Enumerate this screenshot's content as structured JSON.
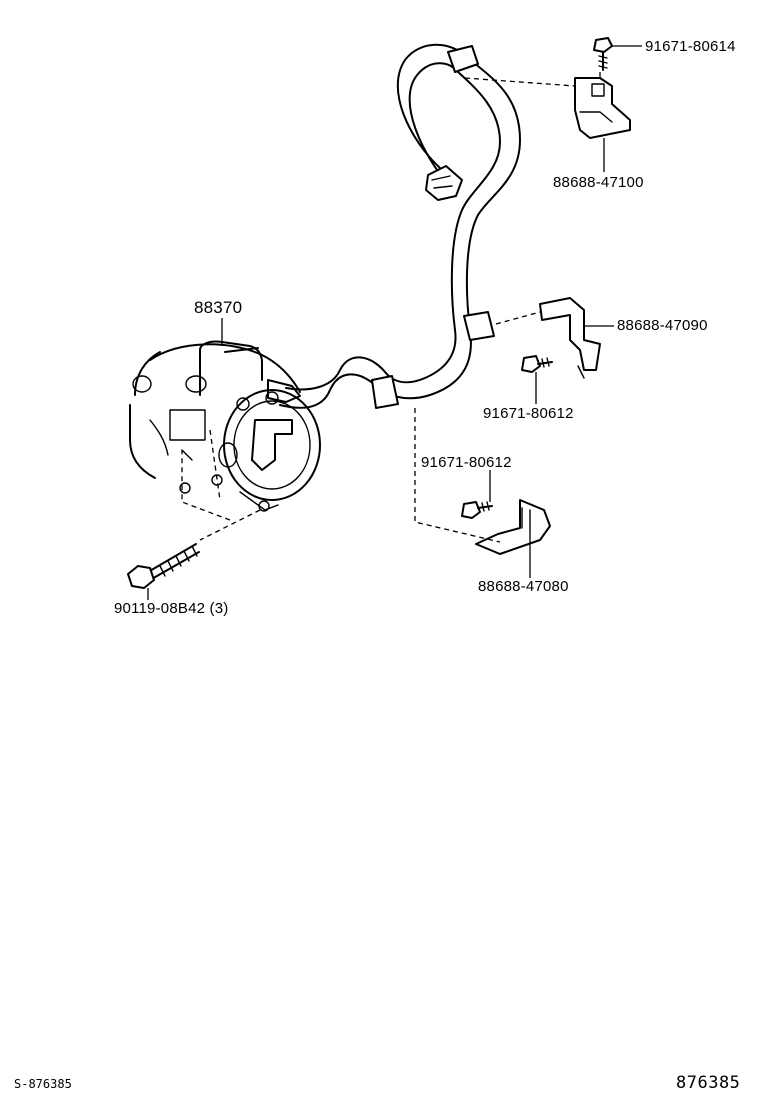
{
  "parts": {
    "compressor": "88370",
    "bolt_top": "91671-80614",
    "bracket_top": "88688-47100",
    "bracket_mid": "88688-47090",
    "bolt_mid": "91671-80612",
    "bolt_low": "91671-80612",
    "bracket_low": "88688-47080",
    "stud_bolt": "90119-08B42 (3)"
  },
  "footer": {
    "left_code": "S-876385",
    "right_code": "876385"
  }
}
